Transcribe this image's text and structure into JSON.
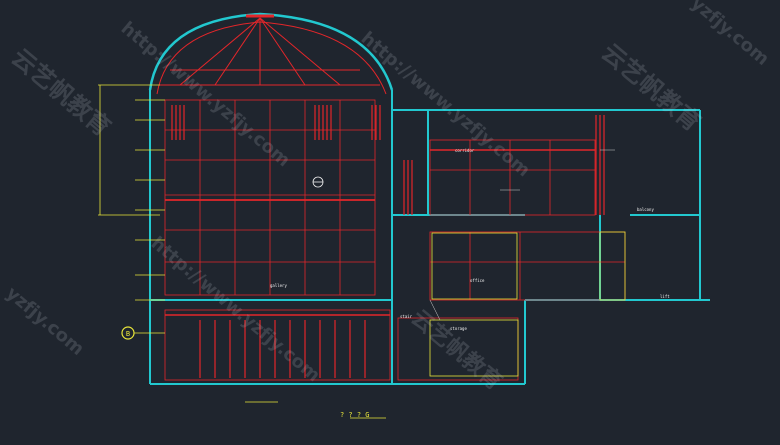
{
  "drawing": {
    "section_title": "? ? ? G",
    "grid_bubble": "B"
  },
  "room_labels": [
    "gallery",
    "corridor",
    "balcony",
    "office",
    "storage",
    "stair",
    "lift"
  ],
  "watermarks": {
    "cn": "云艺帆教育",
    "url": "http://www.yzfjy.com",
    "short": "yzfjy.com"
  },
  "colors": {
    "background": "#1f252e",
    "wall": "#22c8cf",
    "section": "#e3262a",
    "dimension": "#e9e63a",
    "note": "#f2f2f2",
    "hatch": "#cfcfcf"
  }
}
